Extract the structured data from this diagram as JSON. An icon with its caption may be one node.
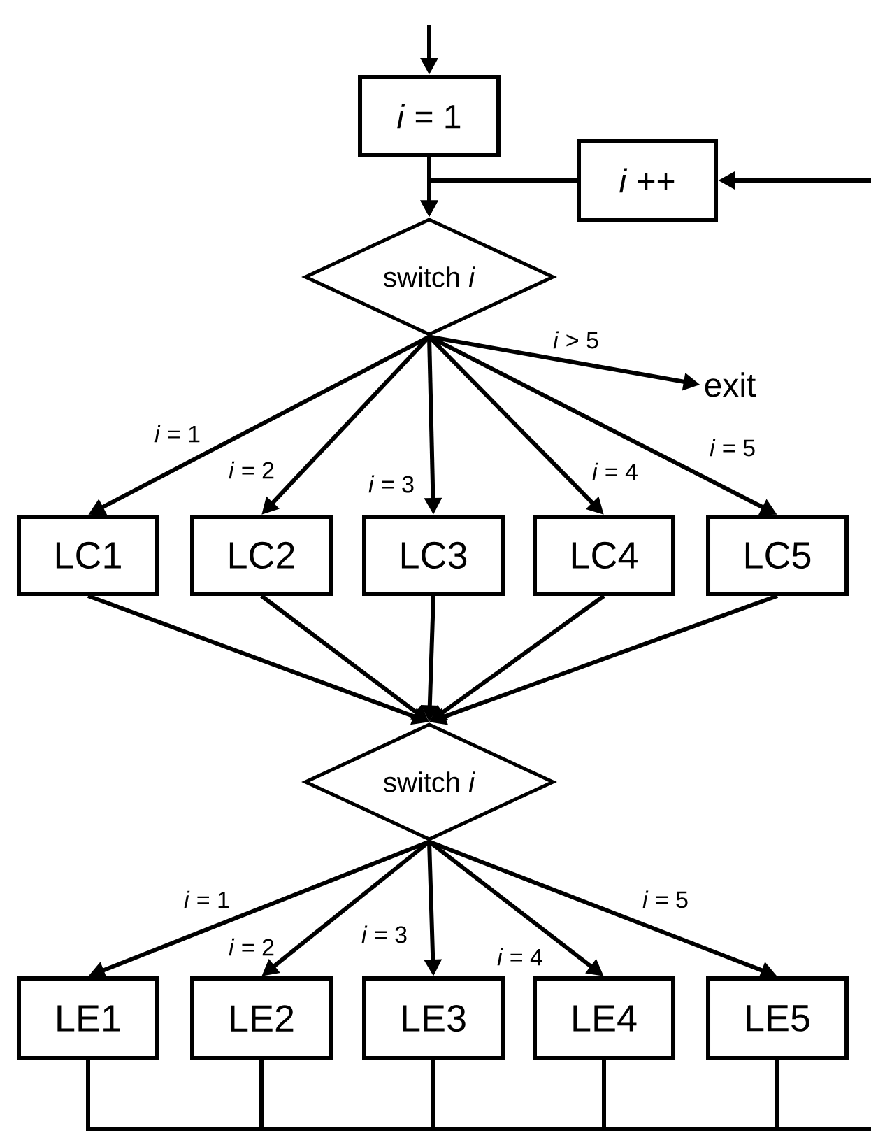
{
  "diagram": {
    "nodes": [
      {
        "text": [
          "*i* = 1"
        ]
      },
      {
        "text": [
          "*i* ++"
        ]
      },
      {
        "text": [
          "switch *i*"
        ]
      },
      {
        "text": [
          "exit"
        ]
      },
      {
        "text": [
          "LC1"
        ]
      },
      {
        "text": [
          "LC2"
        ]
      },
      {
        "text": [
          "LC3"
        ]
      },
      {
        "text": [
          "LC4"
        ]
      },
      {
        "text": [
          "LC5"
        ]
      },
      {
        "text": [
          "switch *i*"
        ]
      },
      {
        "text": [
          "LE1"
        ]
      },
      {
        "text": [
          "LE2"
        ]
      },
      {
        "text": [
          "LE3"
        ]
      },
      {
        "text": [
          "LE4"
        ]
      },
      {
        "text": [
          "LE5"
        ]
      }
    ],
    "edges": [
      {
        "from": null,
        "to": 0,
        "arrow": "to"
      },
      {
        "from": 0,
        "to": 2,
        "arrow": "to"
      },
      {
        "from": 1,
        "to": 2,
        "arrow": "to"
      },
      {
        "from": null,
        "to": 1,
        "arrow": "to"
      },
      {
        "from": 2,
        "to": 3,
        "arrow": "to",
        "label": "*i* > 5"
      },
      {
        "from": 2,
        "to": 4,
        "arrow": "to",
        "label": "*i* = 1"
      },
      {
        "from": 2,
        "to": 5,
        "arrow": "to",
        "label": "*i* = 2"
      },
      {
        "from": 2,
        "to": 6,
        "arrow": "to",
        "label": "*i* = 3"
      },
      {
        "from": 2,
        "to": 7,
        "arrow": "to",
        "label": "*i* = 4"
      },
      {
        "from": 2,
        "to": 8,
        "arrow": "to",
        "label": "*i* = 5"
      },
      {
        "from": 4,
        "to": 9,
        "arrow": "to"
      },
      {
        "from": 5,
        "to": 9,
        "arrow": "to"
      },
      {
        "from": 6,
        "to": 9,
        "arrow": "to"
      },
      {
        "from": 7,
        "to": 9,
        "arrow": "to"
      },
      {
        "from": 8,
        "to": 9,
        "arrow": "to"
      },
      {
        "from": 9,
        "to": 10,
        "arrow": "to",
        "label": "*i* = 1"
      },
      {
        "from": 9,
        "to": 11,
        "arrow": "to",
        "label": "*i* = 2"
      },
      {
        "from": 9,
        "to": 12,
        "arrow": "to",
        "label": "*i* = 3"
      },
      {
        "from": 9,
        "to": 13,
        "arrow": "to",
        "label": "*i* = 4"
      },
      {
        "from": 9,
        "to": 14,
        "arrow": "to",
        "label": "*i* = 5"
      },
      {
        "from": 10,
        "to": null,
        "arrow": "none"
      },
      {
        "from": 11,
        "to": null,
        "arrow": "none"
      },
      {
        "from": 12,
        "to": null,
        "arrow": "none"
      },
      {
        "from": 13,
        "to": null,
        "arrow": "none"
      },
      {
        "from": 14,
        "to": null,
        "arrow": "none"
      }
    ]
  }
}
